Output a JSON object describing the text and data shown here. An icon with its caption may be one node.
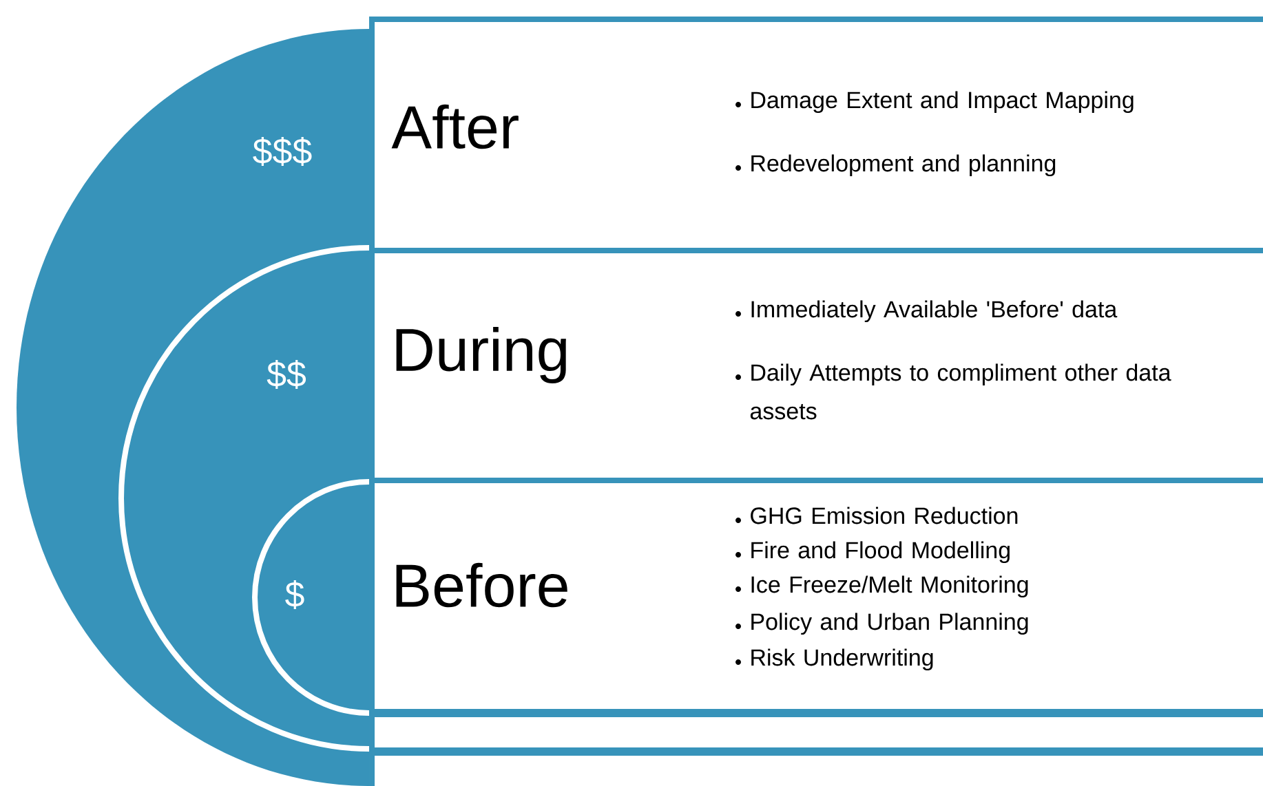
{
  "diagram": {
    "nodes": [
      {
        "text": [
          "$$$"
        ]
      },
      {
        "text": [
          "After",
          "Damage Extent and Impact Mapping",
          "Redevelopment and planning"
        ]
      },
      {
        "text": [
          "$$"
        ],
        "in": 0
      },
      {
        "text": [
          "During",
          "Immediately Available 'Before' data",
          "Daily Attempts to compliment other data assets"
        ]
      },
      {
        "text": [
          "$"
        ],
        "in": 2
      },
      {
        "text": [
          "Before",
          "GHG Emission Reduction",
          "Fire and Flood Modelling",
          "Ice Freeze/Melt Monitoring",
          "Policy and Urban Planning",
          "Risk Underwriting"
        ]
      },
      {
        "text": [],
        "shape": "box"
      },
      {
        "text": [],
        "shape": "box"
      }
    ]
  }
}
